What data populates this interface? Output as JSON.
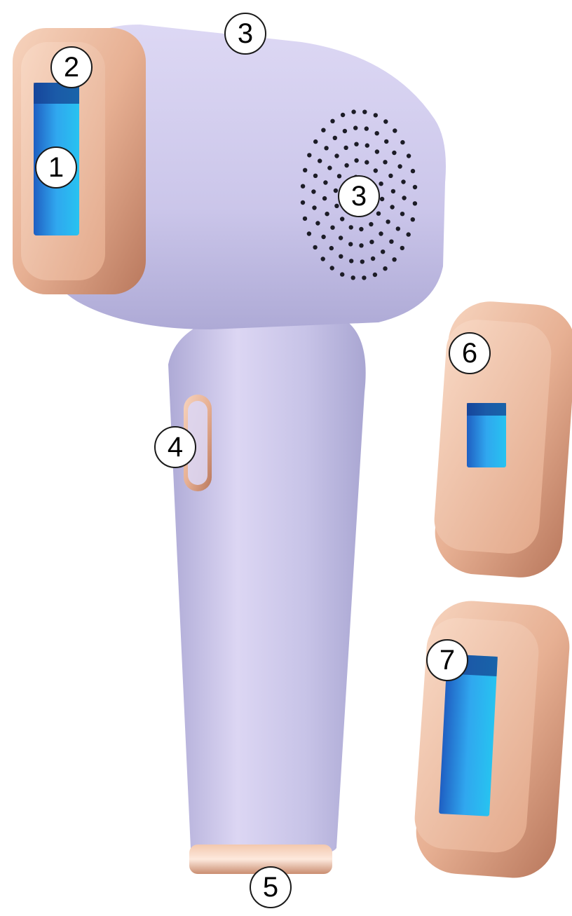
{
  "callouts": {
    "lamp_window": "1",
    "window_frame": "2",
    "vents_top": "3",
    "vents_side": "3",
    "power_button": "4",
    "power_port": "5",
    "attachment_small": "6",
    "attachment_large": "7"
  },
  "colors": {
    "body_lavender": "#c9c5e8",
    "body_shadow": "#9e9ccb",
    "rose_gold": "#e8b596",
    "rose_gold_dark": "#b9785d",
    "lamp_blue": "#2f8fe0",
    "lamp_cyan": "#27c3f0",
    "vent_dots": "#1c1c26"
  }
}
